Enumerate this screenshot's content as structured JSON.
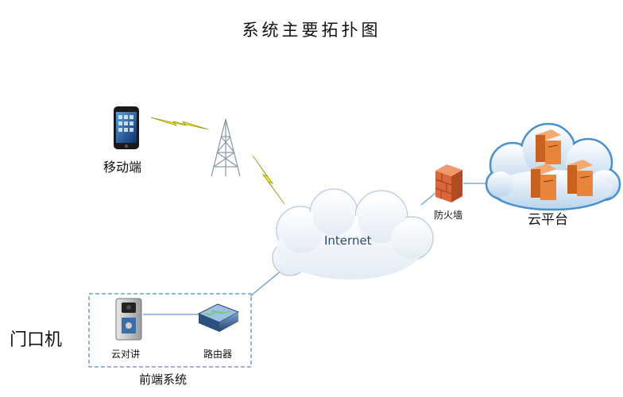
{
  "title": "系统主要拓扑图",
  "nodes": {
    "mobile": "移动端",
    "internet": "Internet",
    "firewall": "防火墙",
    "cloud": "云平台",
    "intercom": "云对讲",
    "router": "路由器",
    "frontend_group": "前端系统",
    "door_unit": "门口机"
  },
  "colors": {
    "cloud_fill": "#cfe2f4",
    "cloud_outline": "#4a90d0",
    "server": "#e8843c",
    "firewall": "#d9673a",
    "lightning": "#f2e61c",
    "link": "#7ea8d8",
    "tower": "#8a9aaa",
    "group_border": "#6fa0d0"
  }
}
